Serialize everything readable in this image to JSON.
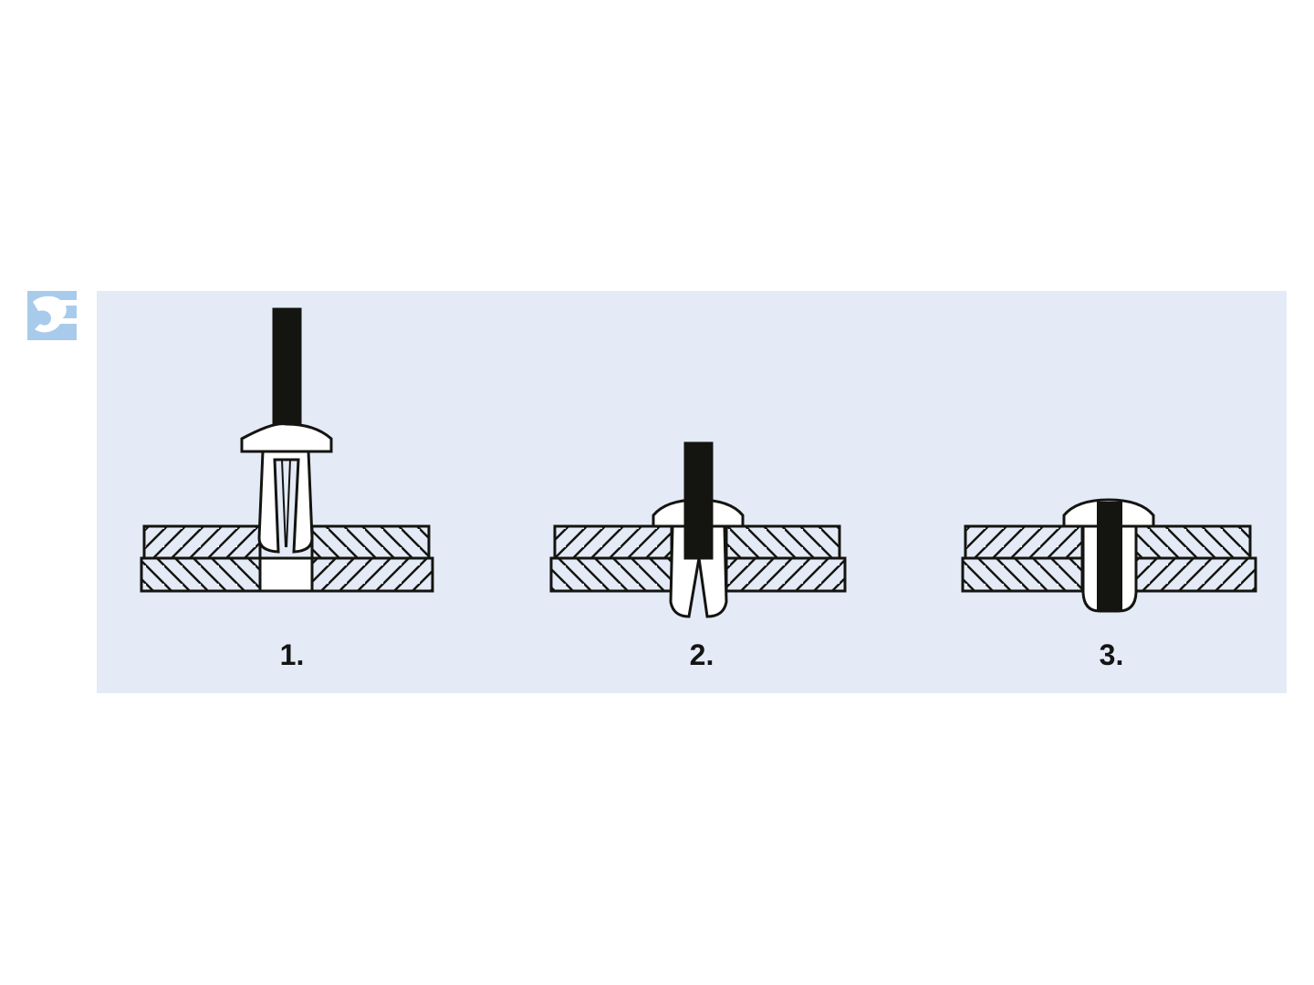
{
  "figure": {
    "panel_color": "#e4ebf7",
    "logo_color": "#a8cbeb",
    "ink_color": "#141410",
    "steps": [
      {
        "label": "1."
      },
      {
        "label": "2."
      },
      {
        "label": "3."
      }
    ]
  }
}
